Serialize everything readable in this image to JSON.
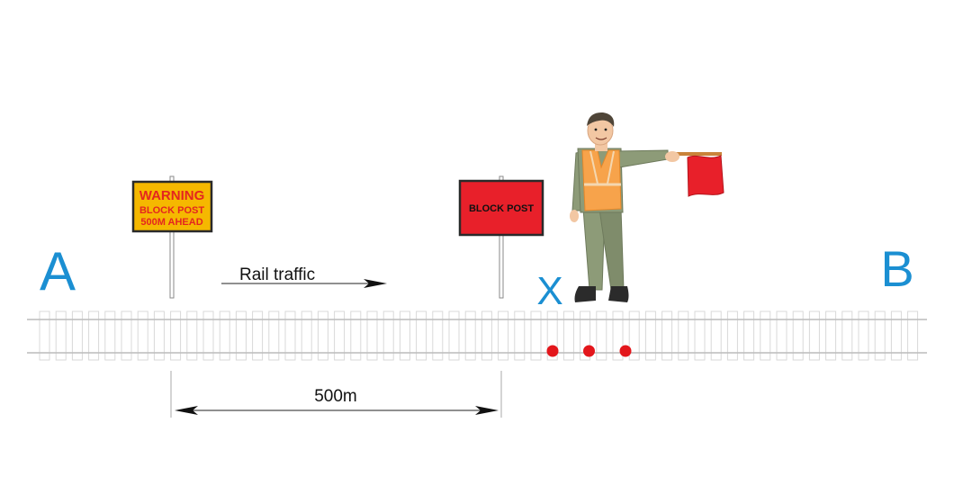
{
  "points": {
    "start": "A",
    "end": "B",
    "marker": "X"
  },
  "warning_sign": {
    "line1": "WARNING",
    "line2": "BLOCK POST",
    "line3": "500M AHEAD"
  },
  "block_post_sign": {
    "text": "BLOCK POST"
  },
  "traffic_label": "Rail traffic",
  "distance_label": "500m",
  "detonators": {
    "count": 3
  },
  "flagman": {
    "figure": "flagman-holding-red-flag-icon",
    "vest": "high-visibility-vest"
  },
  "colors": {
    "letters": "#1b8fd2",
    "warning_fill": "#f5b800",
    "warning_text": "#e4261f",
    "block_fill": "#e8202a",
    "detonator": "#e3161b",
    "flag": "#e8202a",
    "vest": "#f7a34b",
    "uniform": "#8d9b78",
    "rail": "#b8b8b8",
    "sleeper": "#d9d9d9"
  }
}
